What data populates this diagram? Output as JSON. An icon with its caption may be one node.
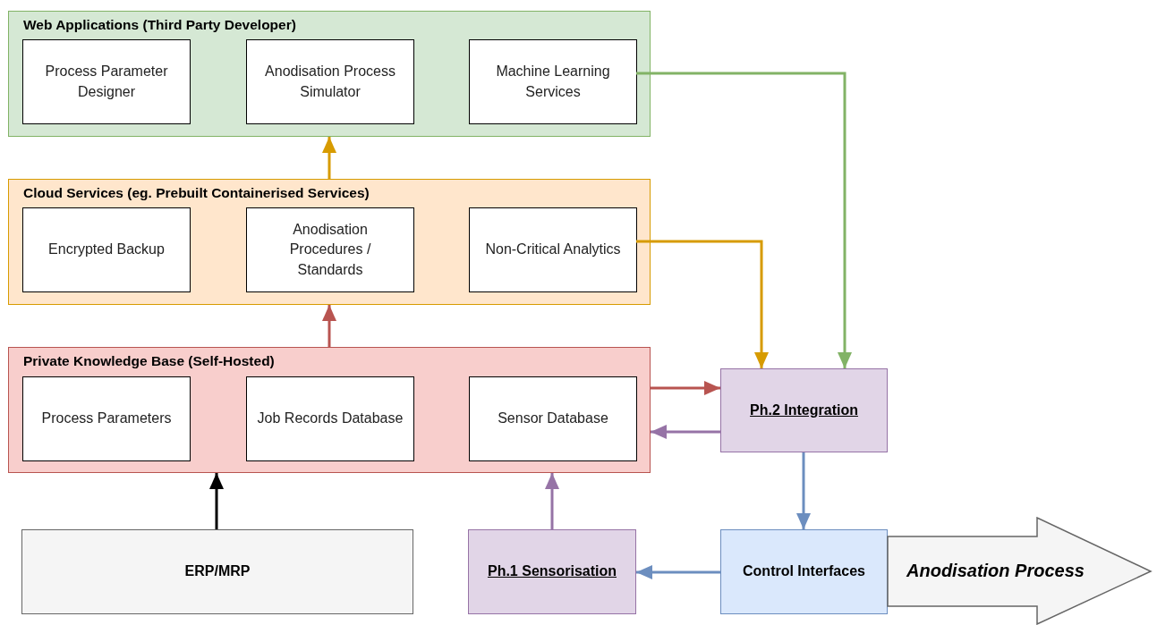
{
  "diagram": {
    "nodes": [
      {
        "text": [
          "Web Applications (Third Party Developer)"
        ]
      },
      {
        "text": [
          "Process Parameter Designer"
        ],
        "in": 0
      },
      {
        "text": [
          "Anodisation Process Simulator"
        ],
        "in": 0
      },
      {
        "text": [
          "Machine Learning Services"
        ],
        "in": 0
      },
      {
        "text": [
          "Cloud Services (eg. Prebuilt Containerised Services)"
        ]
      },
      {
        "text": [
          "Encrypted Backup"
        ],
        "in": 4
      },
      {
        "text": [
          "Anodisation Procedures / Standards"
        ],
        "in": 4
      },
      {
        "text": [
          "Non-Critical Analytics"
        ],
        "in": 4
      },
      {
        "text": [
          "Private Knowledge Base (Self-Hosted)"
        ]
      },
      {
        "text": [
          "Process Parameters"
        ],
        "in": 8
      },
      {
        "text": [
          "Job Records Database"
        ],
        "in": 8
      },
      {
        "text": [
          "Sensor Database"
        ],
        "in": 8
      },
      {
        "text": [
          "Ph.2 Integration"
        ]
      },
      {
        "text": [
          "ERP/MRP"
        ]
      },
      {
        "text": [
          "Ph.1 Sensorisation"
        ]
      },
      {
        "text": [
          "Control Interfaces"
        ]
      },
      {
        "text": [
          "Anodisation Process"
        ]
      }
    ],
    "edges": [
      {
        "from": 4,
        "to": 0,
        "arrow": "to",
        "color": "#d79b00"
      },
      {
        "from": 8,
        "to": 4,
        "arrow": "to",
        "color": "#b85450"
      },
      {
        "from": 13,
        "to": 8,
        "arrow": "to",
        "color": "#000000"
      },
      {
        "from": 3,
        "to": 12,
        "arrow": "to",
        "color": "#82b366"
      },
      {
        "from": 7,
        "to": 12,
        "arrow": "to",
        "color": "#d79b00"
      },
      {
        "from": 8,
        "to": 12,
        "arrow": "to",
        "color": "#b85450"
      },
      {
        "from": 12,
        "to": 8,
        "arrow": "to",
        "color": "#9673a6"
      },
      {
        "from": 14,
        "to": 8,
        "arrow": "to",
        "color": "#9673a6"
      },
      {
        "from": 12,
        "to": 15,
        "arrow": "to",
        "color": "#6c8ebf"
      },
      {
        "from": 15,
        "to": 14,
        "arrow": "to",
        "color": "#6c8ebf"
      }
    ]
  }
}
